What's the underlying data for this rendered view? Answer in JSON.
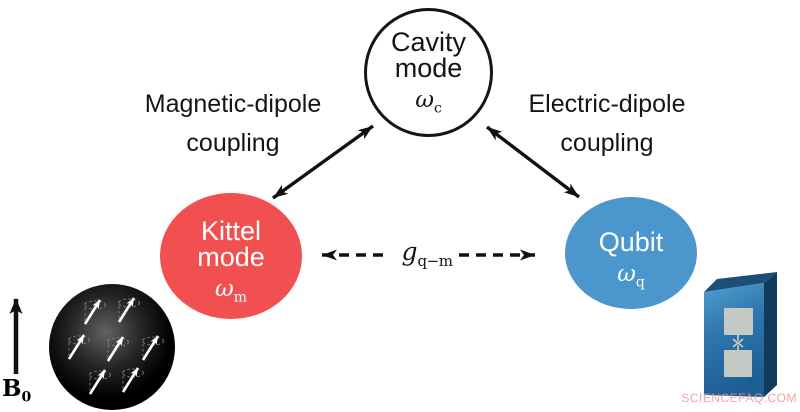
{
  "nodes": {
    "cavity": {
      "line1": "Cavity",
      "line2": "mode",
      "symbol": "ω",
      "subscript": "c",
      "fill": "#ffffff",
      "border": "#151515",
      "text_color": "#151515"
    },
    "kittel": {
      "line1": "Kittel",
      "line2": "mode",
      "symbol": "ω",
      "subscript": "m",
      "fill": "#f25050",
      "text_color": "#ffffff"
    },
    "qubit": {
      "line1": "Qubit",
      "symbol": "ω",
      "subscript": "q",
      "fill": "#4b96cd",
      "text_color": "#ffffff"
    }
  },
  "labels": {
    "magnetic_coupling": {
      "line1": "Magnetic-dipole",
      "line2": "coupling"
    },
    "electric_coupling": {
      "line1": "Electric-dipole",
      "line2": "coupling"
    },
    "qubit_magnon_coupling": {
      "symbol": "g",
      "subscript": "q−m"
    },
    "magnetic_field": {
      "symbol": "B",
      "subscript": "0"
    }
  },
  "watermark": "SCIENCEFAQ.COM",
  "colors": {
    "kittel_red": "#f25050",
    "qubit_blue": "#4b96cd",
    "cavity_white": "#ffffff",
    "arrow_black": "#111111",
    "chip_front_blue": "#2f77ad",
    "chip_side_blue": "#123a5d",
    "chip_pad_gray": "#cdcdc7",
    "sphere_black": "#000000",
    "spin_arrow_white": "#ffffff",
    "watermark_pink": "#ec9494"
  }
}
